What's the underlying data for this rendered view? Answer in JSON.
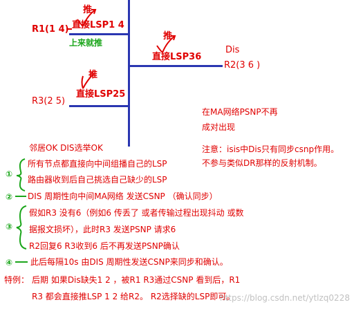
{
  "diagram": {
    "r1_label": "R1(1 4)",
    "r1_push": "推",
    "r1_lsp": "直接LSP1 4",
    "r1_note": "上来就推",
    "r2_push": "推",
    "r2_lsp": "直接LSP36",
    "dis_label": "Dis",
    "r2_label": "R2(3 6 )",
    "r3_push": "推",
    "r3_lsp": "直接LSP25",
    "r3_label": "R3(2 5)"
  },
  "notes": {
    "psnp_line1": "在MA网络PSNP不再",
    "psnp_line2": "成对出现",
    "notice_line1": "注意：isis中Dis只有同步csnp作用。",
    "notice_line2": "不参与类似DR那样的反射机制。"
  },
  "steps": {
    "neighbor": "邻居OK   DIS选举OK",
    "n1": "①",
    "s1_line1": "所有节点都直接向中间组播自己的LSP",
    "s1_line2": "路由器收到后自己挑选自己缺少的LSP",
    "n2": "②",
    "s2": "DIS 周期性向中间MA网络 发送CSNP （确认同步）",
    "n3": "③",
    "s3_line1": "假如R3 没有6（例如6 传丢了 或者传输过程出现抖动 或数",
    "s3_line2": "据报文损坏），此时R3 发送PSNP 请求6",
    "s3_line3": "R2回复6    R3收到6 后不再发送PSNP确认",
    "n4": "④",
    "s4": "此后每隔10s 由DIS 周期性发送CSNP来同步和确认。",
    "special_label": "特例：",
    "special_line1": "后期 如果Dis缺失1 2 ，被R1 R3通过CSNP 看到后，R1",
    "special_line2": "R3 都会直接推LSP 1 2 给R2。 R2选择缺的LSP即可。"
  },
  "watermark": "https://blog.csdn.net/ytlzq0228",
  "colors": {
    "red": "#e00000",
    "green": "#1aa51a",
    "blue": "#2a36b1"
  }
}
